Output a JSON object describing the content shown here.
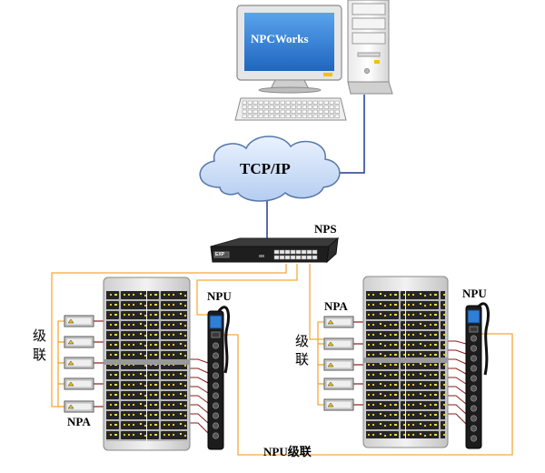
{
  "monitor": {
    "screen_text": "NPCWorks"
  },
  "cloud": {
    "label": "TCP/IP"
  },
  "switch": {
    "label": "NPS",
    "badge": "EXP"
  },
  "left_group": {
    "npa_label": "NPA",
    "npu_label": "NPU",
    "cascade_line1": "级",
    "cascade_line2": "联"
  },
  "right_group": {
    "npa_label": "NPA",
    "npu_label": "NPU",
    "cascade_line1": "级",
    "cascade_line2": "联"
  },
  "npu_cascade_label": "NPU级联",
  "colors": {
    "link_orange": "#f4a93c",
    "link_blue": "#1f3a93",
    "cable_red": "#8b1a1a",
    "cloud_fill": "#c6d9f5",
    "cloud_stroke": "#5577aa",
    "screen_blue": "#2f7fd6"
  }
}
